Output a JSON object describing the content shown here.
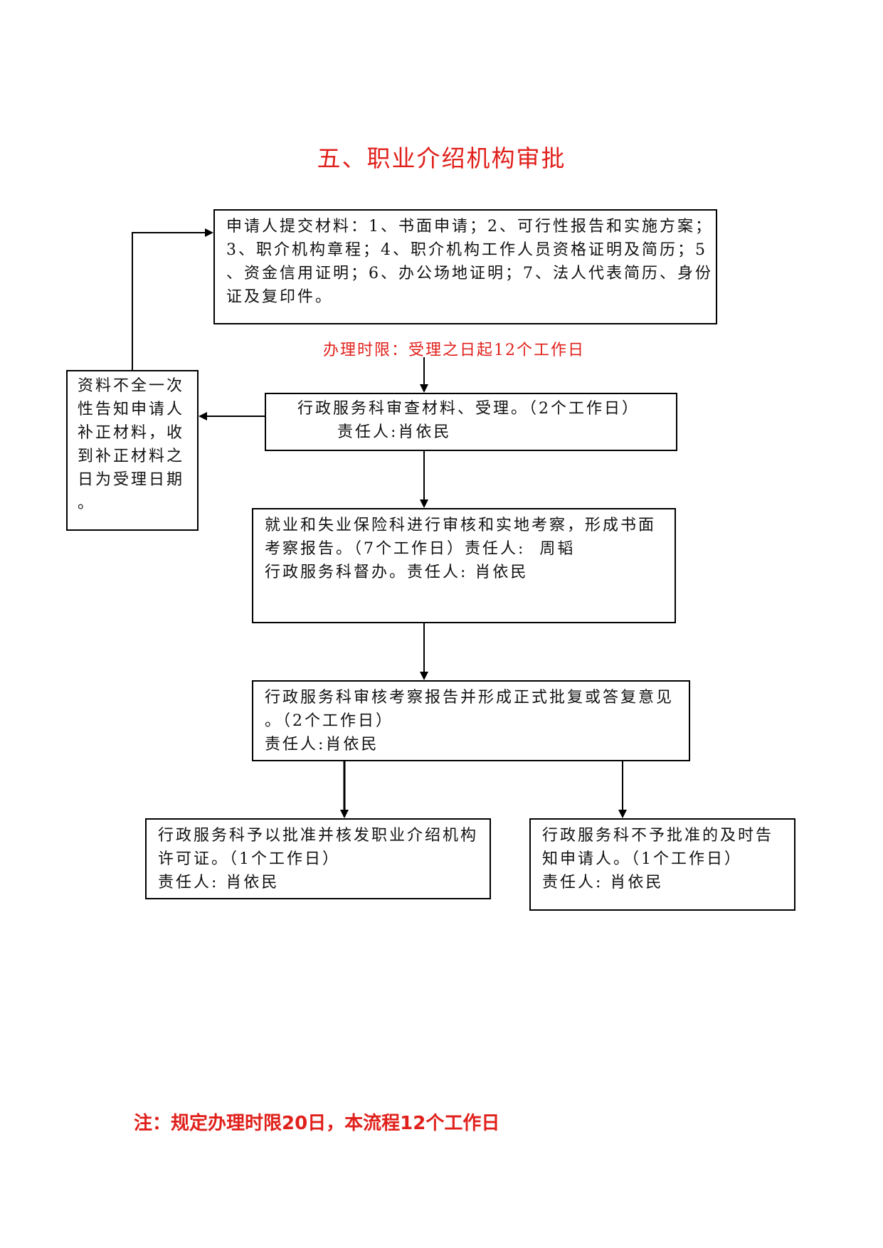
{
  "title": "五、职业介绍机构审批",
  "time_limit": "办理时限：受理之日起12个工作日",
  "boxes": {
    "submit": {
      "lines": [
        "申请人提交材料：1、书面申请；2、可行性报告和实施方案；",
        "3、职介机构章程；4、职介机构工作人员资格证明及简历；5",
        "、资金信用证明；6、办公场地证明；7、法人代表简历、身份",
        "证及复印件。"
      ]
    },
    "incomplete": {
      "lines": [
        "资料不全一次",
        "性告知申请人",
        "补正材料，收",
        "到补正材料之",
        "日为受理日期",
        "。"
      ]
    },
    "review": {
      "lines": [
        "行政服务科审查材料、受理。（2个工作日）",
        "责任人:肖依民"
      ]
    },
    "inspect": {
      "lines": [
        "就业和失业保险科进行审核和实地考察，形成书面",
        "考察报告。（7个工作日）责任人:  周韬",
        "行政服务科督办。责任人: 肖依民"
      ]
    },
    "approve_report": {
      "lines": [
        "行政服务科审核考察报告并形成正式批复或答复意见",
        "。（2个工作日）",
        "责任人:肖依民"
      ]
    },
    "grant": {
      "lines": [
        "行政服务科予以批准并核发职业介绍机构",
        "许可证。（1个工作日）",
        "责任人: 肖依民"
      ]
    },
    "reject": {
      "lines": [
        "行政服务科不予批准的及时告",
        "知申请人。（1个工作日）",
        "责任人: 肖依民"
      ]
    }
  },
  "note": "注：规定办理时限20日，本流程12个工作日"
}
